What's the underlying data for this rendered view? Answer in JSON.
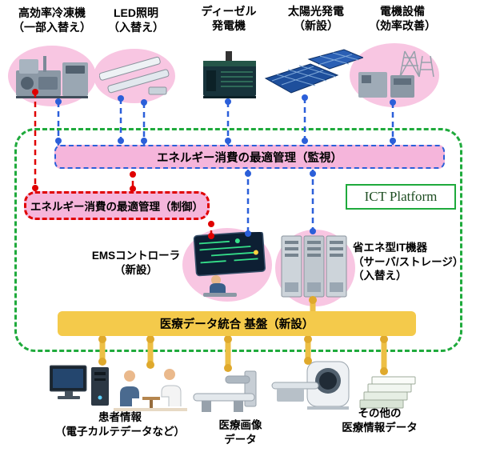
{
  "top_equipment": [
    {
      "icon": "refrigerator-icon",
      "label_line1": "高効率冷凍機",
      "label_line2": "（一部入替え）"
    },
    {
      "icon": "led-lighting-icon",
      "label_line1": "LED照明",
      "label_line2": "（入替え）"
    },
    {
      "icon": "diesel-generator-icon",
      "label_line1": "ディーゼル",
      "label_line2": "発電機"
    },
    {
      "icon": "solar-panel-icon",
      "label_line1": "太陽光発電",
      "label_line2": "（新設）"
    },
    {
      "icon": "electrical-equipment-icon",
      "label_line1": "電機設備",
      "label_line2": "（効率改善）"
    }
  ],
  "platform": {
    "monitoring_band": "エネルギー消費の最適管理（監視）",
    "control_band": "エネルギー消費の最適管理（制御）",
    "ict_label": "ICT Platform",
    "ems": {
      "icon": "ems-controller-icon",
      "label_line1": "EMSコントローラ",
      "label_line2": "（新設）"
    },
    "it_equipment": {
      "icon": "server-rack-icon",
      "label_line1": "省エネ型IT機器",
      "label_line2": "（サーバ/ストレージ）",
      "label_line3": "（入替え）"
    },
    "medical_band": "医療データ統合 基盤（新設）"
  },
  "bottom": {
    "icons": [
      "desktop-computer-icon",
      "patient-consultation-icon",
      "exam-table-icon",
      "ct-scanner-icon",
      "document-stack-icon"
    ],
    "labels": [
      {
        "line1": "患者情報",
        "line2": "（電子カルテデータなど）"
      },
      {
        "line1": "医療画像",
        "line2": "データ"
      },
      {
        "line1": "その他の",
        "line2": "医療情報データ"
      }
    ]
  },
  "colors": {
    "highlight_pink": "#f8c6e2",
    "band_pink": "#f5b5db",
    "monitoring_border_blue": "#2b5fd9",
    "control_border_red": "#e00000",
    "platform_green": "#1faa3c",
    "medical_yellow": "#f4ca4b",
    "data_line_yellow": "#edbf45"
  }
}
